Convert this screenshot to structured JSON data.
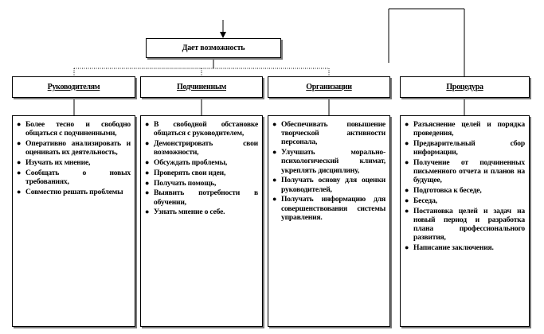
{
  "top": {
    "label": "Дает возможность"
  },
  "columns": [
    {
      "header": "Руководителям",
      "items": [
        "Более тесно и свободно общаться с подчиненными,",
        "Оперативно анализировать и оценивать их деятельность,",
        "Изучать их мнение,",
        "Сообщать о новых требованиях,",
        "Совместно решать проблемы"
      ]
    },
    {
      "header": "Подчиненным",
      "items": [
        "В свободной обстановке общаться с руководителем,",
        "Демонстрировать свои возможности,",
        "Обсуждать проблемы,",
        "Проверять свои идеи,",
        "Получать помощь,",
        "Выявить потребности в обучении,",
        "Узнать мнение о себе."
      ]
    },
    {
      "header": "Организации",
      "items": [
        "Обеспечивать повышение творческой активности персонала,",
        "Улучшать морально-психологический климат, укреплять дисциплину,",
        "Получать основу для оценки руководителей,",
        "Получать информацию для совершенствования системы управления."
      ]
    },
    {
      "header": "Процедура",
      "items": [
        "Разъяснение целей и порядка проведения,",
        "Предварительный сбор информации,",
        "Получение от подчиненных письменного отчета и планов на будущее,",
        "Подготовка к беседе,",
        "Беседа,",
        "Постановка целей и задач на новый период и разработка плана профессионального развития,",
        "Написание заключения."
      ]
    }
  ]
}
